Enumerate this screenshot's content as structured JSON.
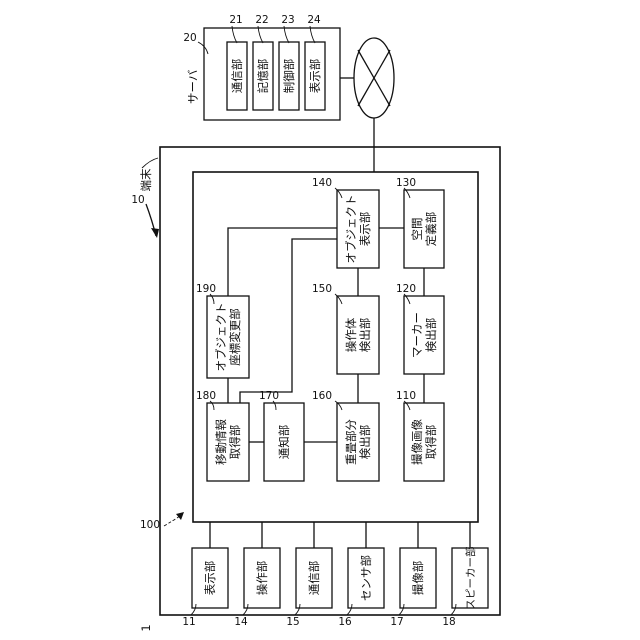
{
  "figure_number": "1",
  "system": {
    "ref": "10"
  },
  "server": {
    "label": "サーバ",
    "ref": "20",
    "units": [
      {
        "ref": "21",
        "label": "通信部"
      },
      {
        "ref": "22",
        "label": "記憶部"
      },
      {
        "ref": "23",
        "label": "制御部"
      },
      {
        "ref": "24",
        "label": "表示部"
      }
    ]
  },
  "terminal": {
    "label": "端末",
    "controller_ref": "100",
    "blocks": [
      {
        "ref": "110",
        "label": "撮像画像\n取得部"
      },
      {
        "ref": "120",
        "label": "マーカー\n検出部"
      },
      {
        "ref": "130",
        "label": "空間\n定義部"
      },
      {
        "ref": "140",
        "label": "オブジェクト\n表示部"
      },
      {
        "ref": "150",
        "label": "操作体\n検出部"
      },
      {
        "ref": "160",
        "label": "重畳部分\n検出部"
      },
      {
        "ref": "170",
        "label": "通知部"
      },
      {
        "ref": "180",
        "label": "移動情報\n取得部"
      },
      {
        "ref": "190",
        "label": "オブジェクト\n座標変更部"
      }
    ],
    "peripherals": [
      {
        "ref": "11",
        "label": "表示部"
      },
      {
        "ref": "14",
        "label": "操作部"
      },
      {
        "ref": "15",
        "label": "通信部"
      },
      {
        "ref": "16",
        "label": "センサ部"
      },
      {
        "ref": "17",
        "label": "撮像部"
      },
      {
        "ref": "18",
        "label": "スピーカー部"
      }
    ]
  }
}
